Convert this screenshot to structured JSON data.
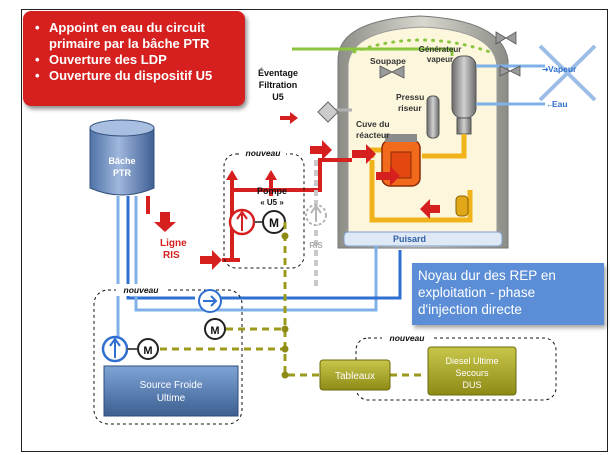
{
  "info_box": {
    "items": [
      "Appoint en eau du circuit primaire par la bâche PTR",
      "Ouverture des LDP",
      "Ouverture du dispositif U5"
    ]
  },
  "caption": "Noyau dur des REP en exploitation - phase d'injection directe",
  "labels": {
    "eventage": "Éventage",
    "filtration": "Filtration",
    "u5": "U5",
    "soupape": "Soupape",
    "generateur": "Générateur",
    "vapeur_gen": "vapeur",
    "pressuriseur_1": "Pressu",
    "pressuriseur_2": "riseur",
    "vapeur_out": "Vapeur",
    "eau_out": "Eau",
    "cuve_1": "Cuve du",
    "cuve_2": "réacteur",
    "puisard": "Puisard",
    "bache_1": "Bâche",
    "bache_2": "PTR",
    "ligne": "Ligne",
    "ris_line": "RIS",
    "pompe": "Pompe",
    "pompe_u5": "« U5 »",
    "ris_pump": "RIS",
    "nouveau_1": "nouveau",
    "nouveau_2": "nouveau",
    "nouveau_3": "nouveau",
    "source_1": "Source Froide",
    "source_2": "Ultime",
    "tableaux": "Tableaux",
    "diesel_1": "Diesel Ultime",
    "diesel_2": "Secours",
    "diesel_3": "DUS",
    "motor": "M"
  },
  "colors": {
    "red": "#d62020",
    "blue_pipe": "#2f6fd0",
    "light_blue_pipe": "#7fb0e8",
    "yellow_pipe": "#f0b41a",
    "olive": "#9c9a1c",
    "grey_pipe": "#bdbdbd",
    "green": "#8cc63f",
    "caption_bg": "#5b8ed6"
  }
}
